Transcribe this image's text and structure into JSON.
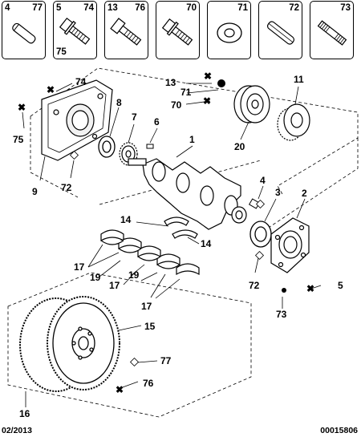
{
  "header": {
    "cells": [
      {
        "top_left": "4",
        "top_right": "77",
        "bottom_left": "",
        "icon": "dowel-pin-icon"
      },
      {
        "top_left": "5",
        "top_right": "74",
        "bottom_left": "75",
        "icon": "flange-bolt-icon"
      },
      {
        "top_left": "13",
        "top_right": "76",
        "bottom_left": "",
        "icon": "hex-bolt-icon"
      },
      {
        "top_left": "",
        "top_right": "70",
        "bottom_left": "",
        "icon": "flange-screw-icon"
      },
      {
        "top_left": "",
        "top_right": "71",
        "bottom_left": "",
        "icon": "washer-icon"
      },
      {
        "top_left": "",
        "top_right": "72",
        "bottom_left": "",
        "icon": "sleeve-pin-icon"
      },
      {
        "top_left": "",
        "top_right": "73",
        "bottom_left": "",
        "icon": "stud-icon"
      }
    ]
  },
  "callouts": {
    "c74": "74",
    "c75": "75",
    "c9": "9",
    "c72a": "72",
    "c8": "8",
    "c7": "7",
    "c6": "6",
    "c13": "13",
    "c71": "71",
    "c70": "70",
    "c11": "11",
    "c20": "20",
    "c1": "1",
    "c4": "4",
    "c3": "3",
    "c2": "2",
    "c14a": "14",
    "c14b": "14",
    "c17a": "17",
    "c19a": "19",
    "c17b": "17",
    "c19b": "19",
    "c17c": "17",
    "c72b": "72",
    "c5": "5",
    "c73": "73",
    "c15": "15",
    "c77": "77",
    "c76": "76",
    "c16": "16"
  },
  "footer": {
    "date": "02/2013",
    "reference": "00015806"
  }
}
